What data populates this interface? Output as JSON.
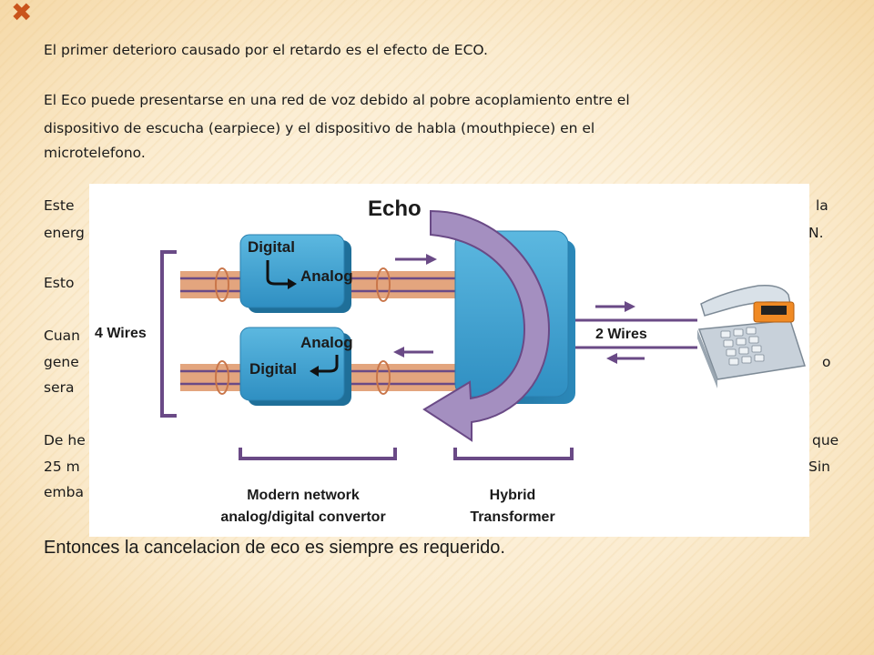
{
  "decoration": {
    "corner_mark": "✖"
  },
  "paragraphs": {
    "p1": "El primer deterioro causado por el retardo es el efecto de ECO.",
    "p2a": "El Eco puede presentarse en una red de voz debido al pobre acoplamiento entre el",
    "p2b": "dispositivo de escucha (earpiece) y el dispositivo de habla (mouthpiece) en el",
    "p2c": "microtelefono.",
    "p3a_left": "Este",
    "p3a_right": "la",
    "p3b_left": "energ",
    "p3b_right": "N.",
    "p4_left": "Esto",
    "p5a_left": "Cuan",
    "p5b_left": "gene",
    "p5b_right": "o",
    "p5c_left": "sera",
    "p6a_left": "De he",
    "p6a_right": "que",
    "p6b_left": "25 m",
    "p6b_right": "Sin",
    "p6c_left": "emba"
  },
  "final_statement": "Entonces la cancelacion de eco es siempre es requerido.",
  "diagram": {
    "echo_label": "Echo",
    "four_wires_label": "4 Wires",
    "two_wires_label": "2 Wires",
    "conv_top_line1": "Digital",
    "conv_top_line2": "Analog",
    "conv_bottom_line1": "Analog",
    "conv_bottom_line2": "Digital",
    "caption_left_line1": "Modern network",
    "caption_left_line2": "analog/digital convertor",
    "caption_right_line1": "Hybrid",
    "caption_right_line2": "Transformer",
    "colors": {
      "box_blue": "#3a9fd0",
      "wire_copper": "#e3a57e",
      "wire_purple": "#6a4a86",
      "echo_arrow": "#a48fc0",
      "bracket": "#6a4a86",
      "phone_orange": "#f08a24"
    }
  }
}
